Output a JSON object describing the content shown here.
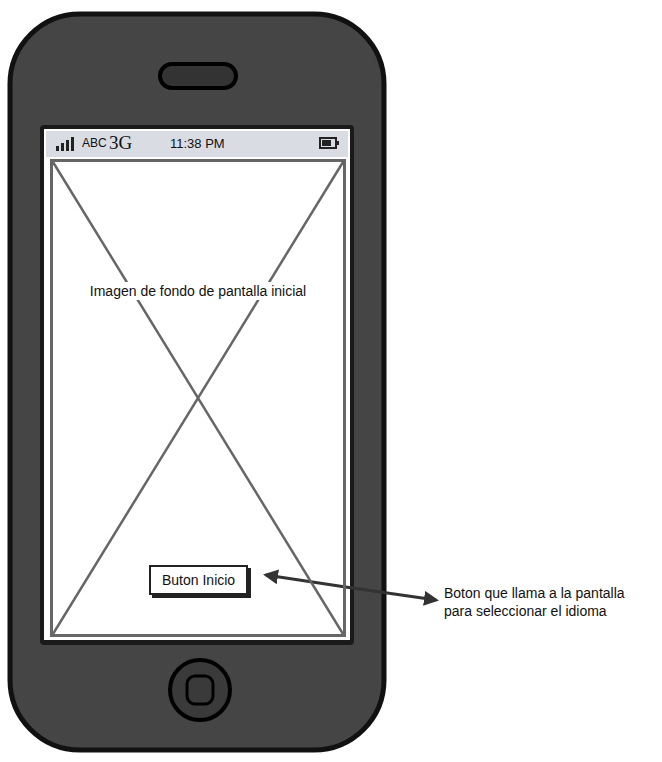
{
  "diagram": {
    "nodes": [
      {
        "text": [
          "Imagen de fondo de pantalla inicial"
        ]
      },
      {
        "text": [
          "Buton Inicio"
        ],
        "in": 0
      }
    ],
    "labels": [
      "ABC",
      "3G",
      "11:38 PM",
      "Boton que llama a la pantalla para seleccionar el idioma"
    ]
  }
}
